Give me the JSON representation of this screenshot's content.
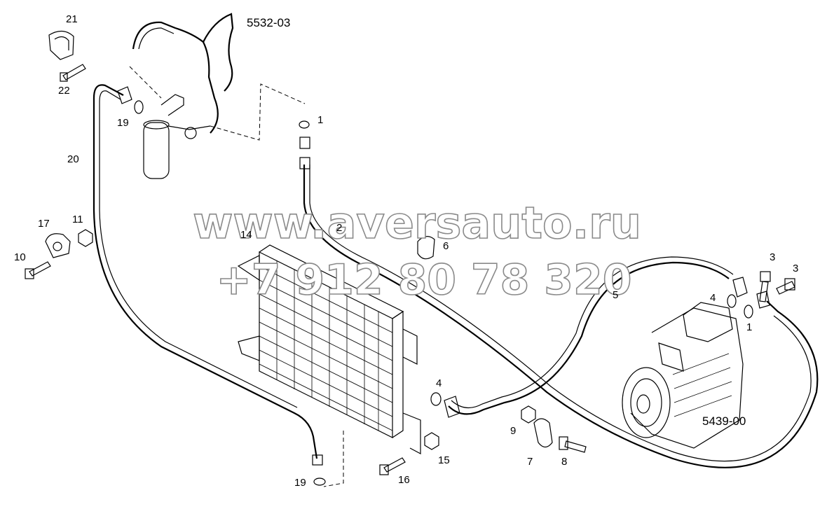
{
  "callouts": {
    "c21": "21",
    "c22": "22",
    "c19a": "19",
    "c20": "20",
    "c17": "17",
    "c11": "11",
    "c10": "10",
    "c14": "14",
    "c1a": "1",
    "c2": "2",
    "c6": "6",
    "c3a": "3",
    "c3b": "3",
    "c4a": "4",
    "c1b": "1",
    "c5": "5",
    "c4b": "4",
    "c9": "9",
    "c7": "7",
    "c8": "8",
    "c15": "15",
    "c16": "16",
    "c19b": "19"
  },
  "refs": {
    "r5532": "5532-03",
    "r5439": "5439-00"
  },
  "watermark": {
    "url": "www.aversauto.ru",
    "phone": "+7 912 80 78 320"
  }
}
